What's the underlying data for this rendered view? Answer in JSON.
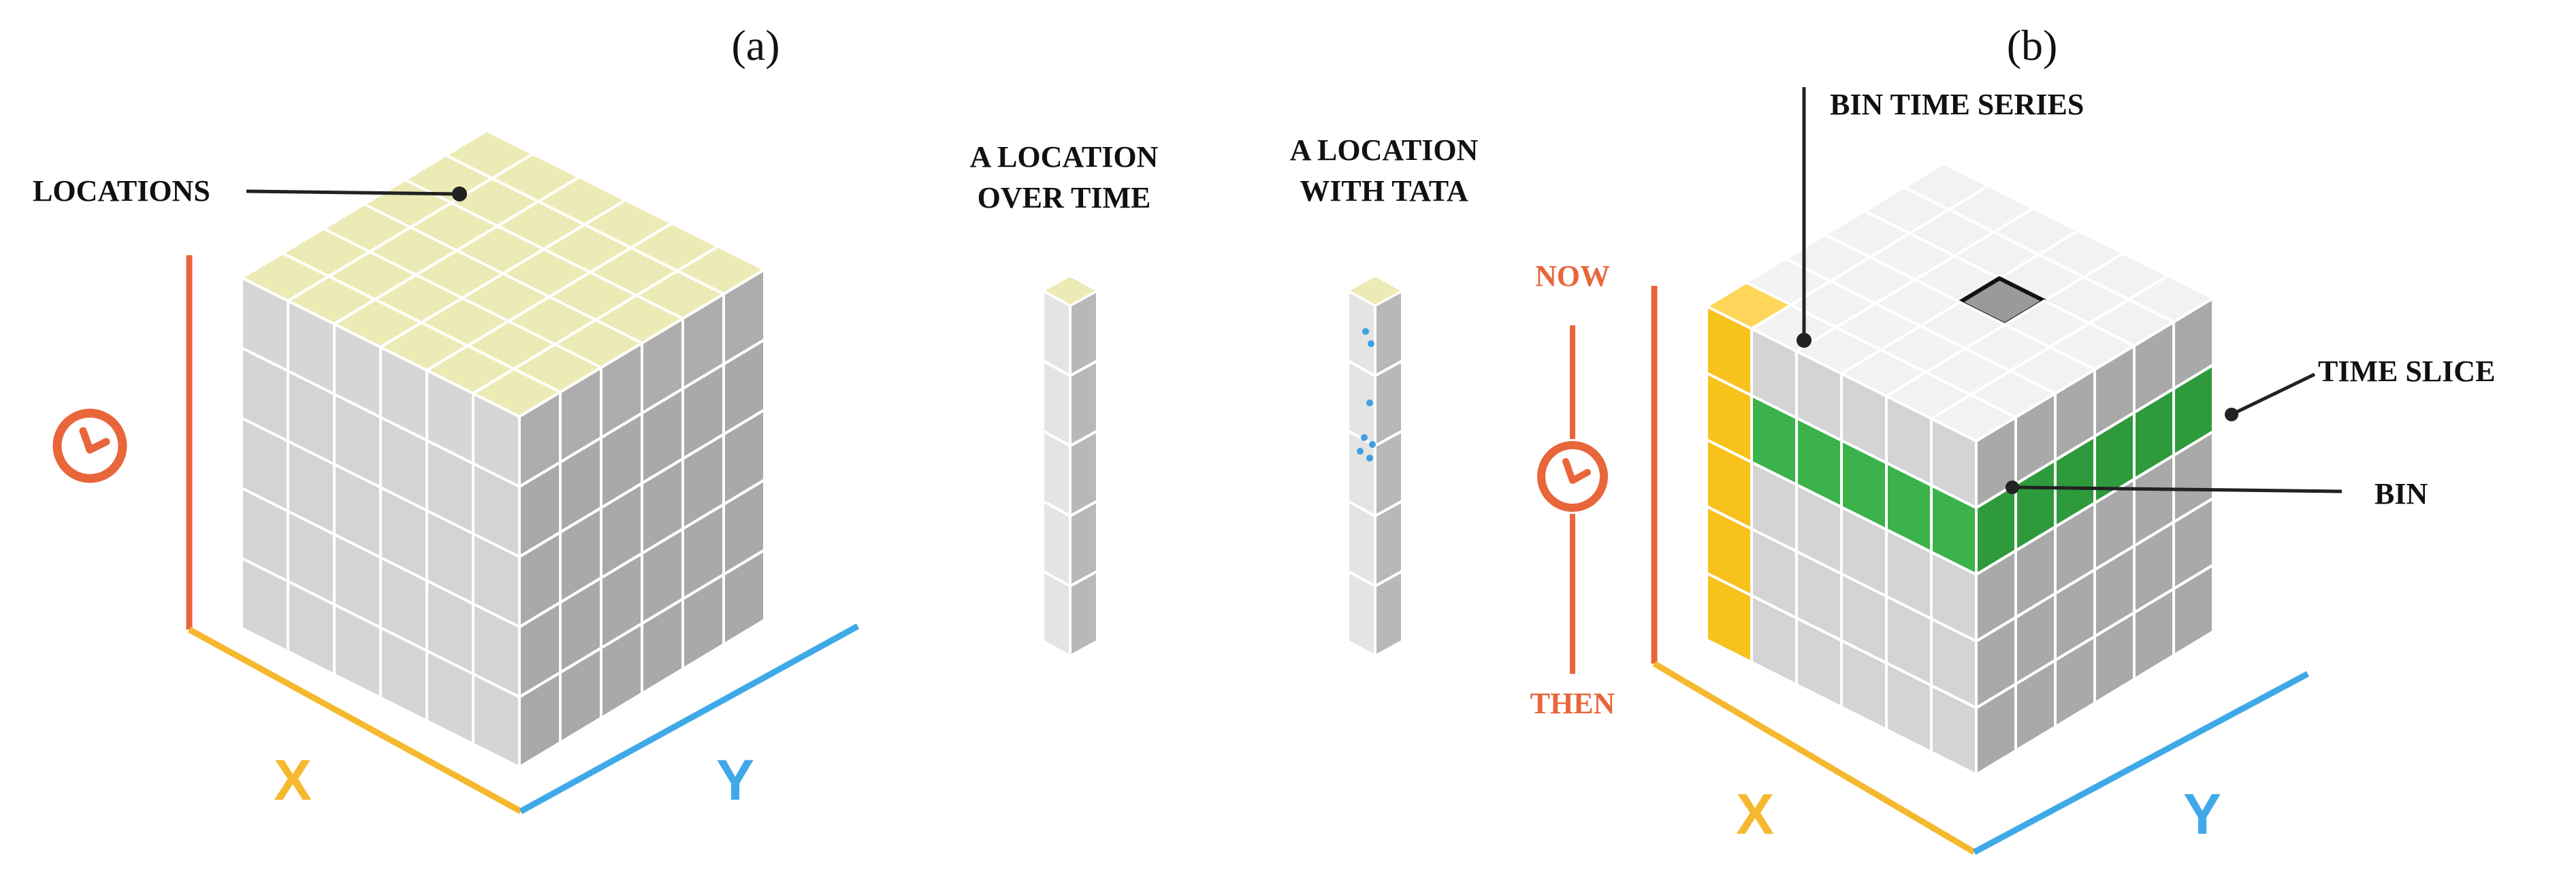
{
  "panels": {
    "a": "(a)",
    "b": "(b)"
  },
  "labels": {
    "locations": "LOCATIONS",
    "location_over_time_1": "A LOCATION",
    "location_over_time_2": "OVER  TIME",
    "location_with_data_1": "A LOCATION",
    "location_with_data_2": "WITH  TATA",
    "bin_time_series": "BIN TIME SERIES",
    "time_slice": "TIME SLICE",
    "bin": "BIN",
    "now": "NOW",
    "then": "THEN"
  },
  "axes": {
    "x": "X",
    "y": "Y"
  },
  "icons": {
    "clock_a": "clock-icon",
    "clock_b": "clock-icon"
  },
  "colors": {
    "orange_axis": "#e8663a",
    "x_axis": "#f5b82e",
    "y_axis": "#3fa9e8",
    "top_cells_a": "#ecebb5",
    "cube_grey": "#c9c9c9",
    "time_slice_green": "#3cb34a",
    "bin_time_series_yellow": "#f8c21c",
    "bin_dark": "#7a7a7a",
    "data_dots": "#3ea0e0"
  }
}
